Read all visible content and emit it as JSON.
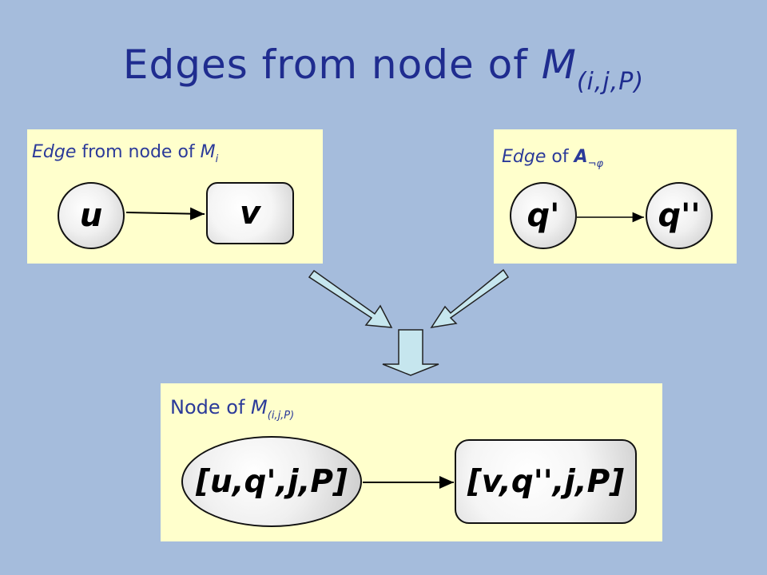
{
  "title": {
    "text": "Edges from node of ",
    "m": "M",
    "sub": "(i,j,P)"
  },
  "left_panel": {
    "caption_edge": "Edge",
    "caption_rest": " from node of ",
    "m": "M",
    "sub": "i",
    "node_u": "u",
    "node_v": "v"
  },
  "right_panel": {
    "caption_edge": "Edge",
    "caption_rest": " of ",
    "a": "A",
    "sub": "¬φ",
    "node_q1": "q'",
    "node_q2": "q''"
  },
  "bottom_panel": {
    "caption": "Node of ",
    "m": "M",
    "sub": "(i,j,P)",
    "node_left": "[u,q',j,P]",
    "node_right": "[v,q'',j,P]"
  },
  "colors": {
    "background": "#a5bcdc",
    "panel": "#ffffcc",
    "title": "#1f2c8f",
    "arrow_fill": "#c6e6ee"
  }
}
